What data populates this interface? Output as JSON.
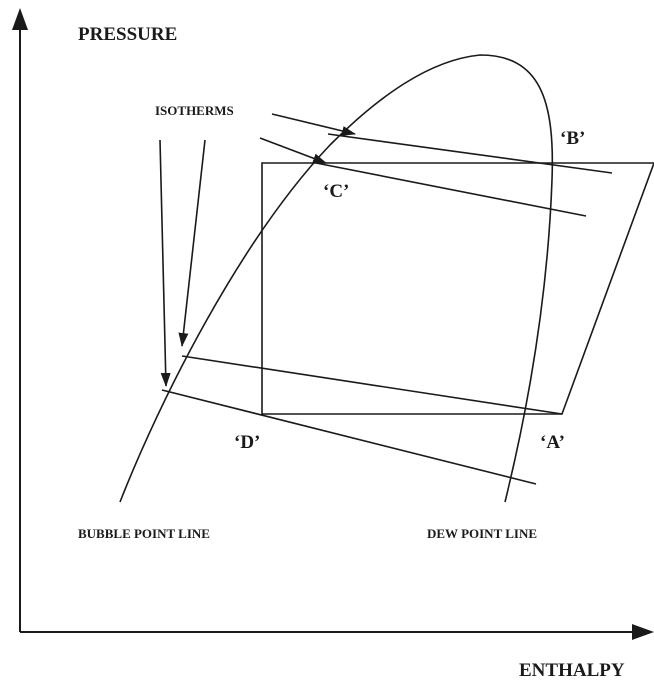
{
  "axes": {
    "y_label": "PRESSURE",
    "x_label": "ENTHALPY"
  },
  "labels": {
    "isotherms": "ISOTHERMS",
    "bubble_point_line": "BUBBLE POINT LINE",
    "dew_point_line": "DEW POINT LINE"
  },
  "points": {
    "a": "‘A’",
    "b": "‘B’",
    "c": "‘C’",
    "d": "‘D’"
  },
  "colors": {
    "line": "#1a1a1a",
    "background": "#ffffff"
  }
}
